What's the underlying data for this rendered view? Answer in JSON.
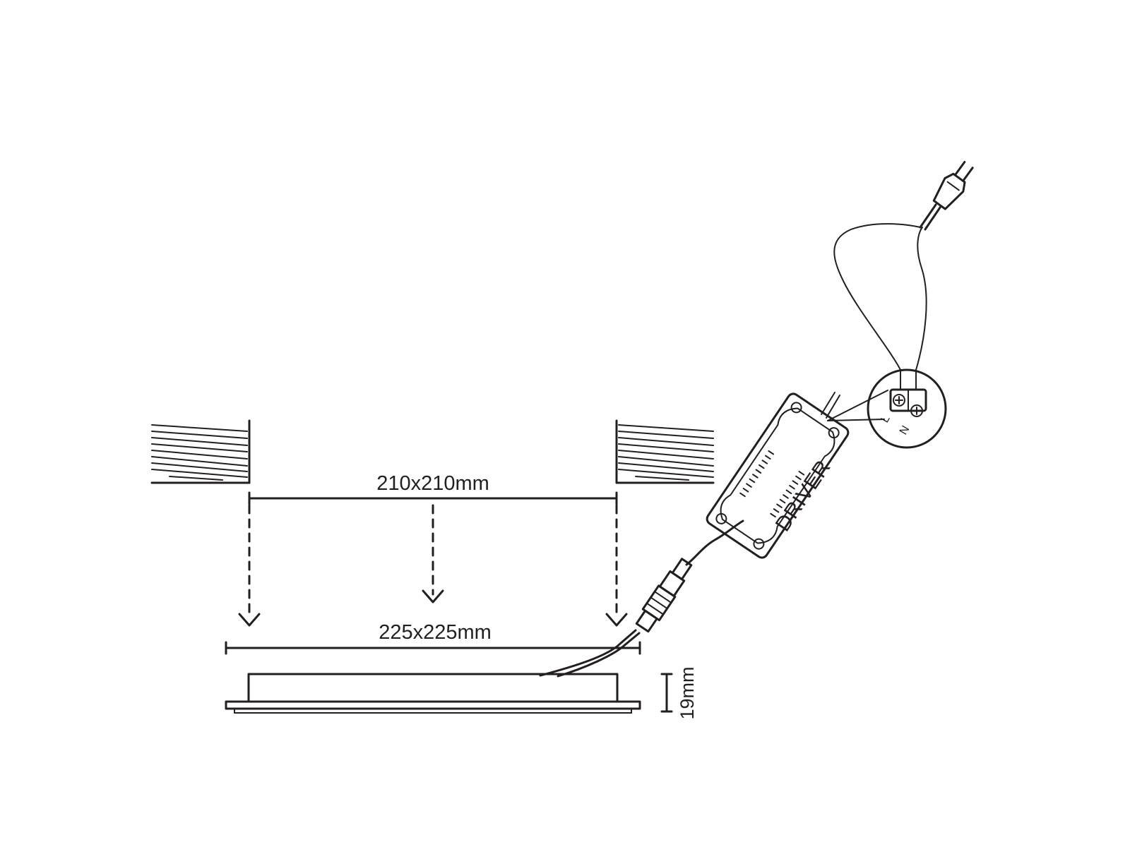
{
  "diagram": {
    "cutout_size": "210x210mm",
    "panel_size": "225x225mm",
    "panel_height": "19mm",
    "driver_label": "DRIVER",
    "terminal_live": "L",
    "terminal_neutral": "N"
  }
}
